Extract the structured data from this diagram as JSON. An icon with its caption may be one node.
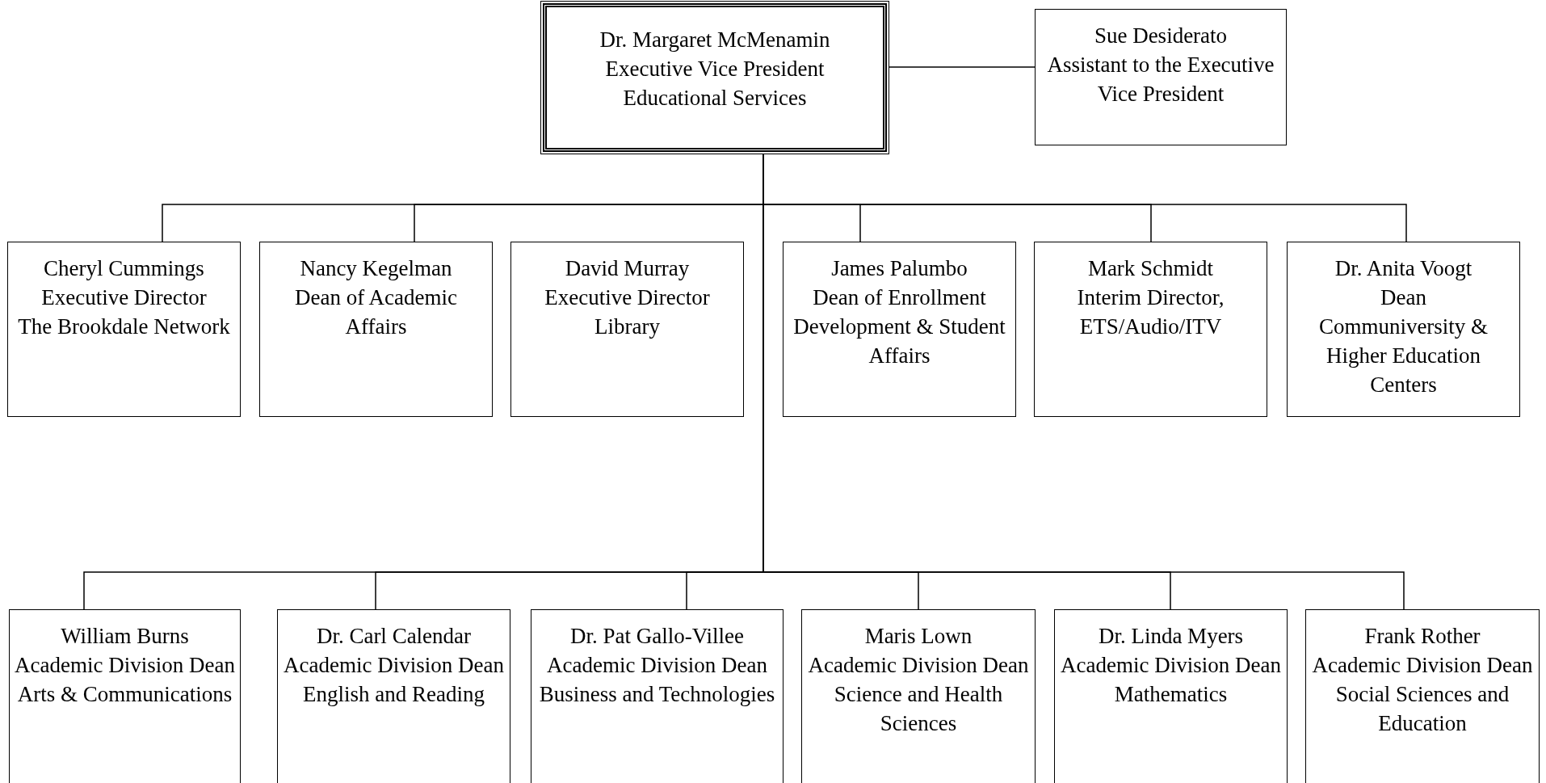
{
  "diagram": {
    "nodes": [
      {
        "text": [
          "Dr. Margaret McMenamin",
          "Executive Vice President",
          "Educational Services"
        ]
      },
      {
        "text": [
          "Sue Desiderato",
          "Assistant to the Executive Vice President"
        ]
      },
      {
        "text": [
          "Cheryl Cummings",
          "Executive Director",
          "The Brookdale Network"
        ]
      },
      {
        "text": [
          "Nancy Kegelman",
          "Dean of Academic Affairs"
        ]
      },
      {
        "text": [
          "David Murray",
          "Executive Director",
          "Library"
        ]
      },
      {
        "text": [
          "James Palumbo",
          "Dean of Enrollment Development & Student Affairs"
        ]
      },
      {
        "text": [
          "Mark Schmidt",
          "Interim Director, ETS/Audio/ITV"
        ]
      },
      {
        "text": [
          "Dr. Anita Voogt",
          "Dean",
          "Communiversity & Higher Education Centers"
        ]
      },
      {
        "text": [
          "William Burns",
          "Academic Division Dean",
          "Arts & Communications"
        ]
      },
      {
        "text": [
          "Dr. Carl Calendar",
          "Academic Division Dean",
          "English and Reading"
        ]
      },
      {
        "text": [
          "Dr. Pat Gallo-Villee",
          "Academic Division Dean",
          "Business and Technologies"
        ]
      },
      {
        "text": [
          "Maris Lown",
          "Academic Division Dean",
          "Science and Health Sciences"
        ]
      },
      {
        "text": [
          "Dr. Linda Myers",
          "Academic Division Dean",
          "Mathematics"
        ]
      },
      {
        "text": [
          "Frank Rother",
          "Academic Division Dean",
          "Social Sciences and Education"
        ]
      }
    ],
    "edges": [
      {
        "from": 0,
        "to": 1,
        "arrow": "none"
      },
      {
        "from": 0,
        "to": 2,
        "arrow": "none"
      },
      {
        "from": 0,
        "to": 3,
        "arrow": "none"
      },
      {
        "from": 0,
        "to": 4,
        "arrow": "none"
      },
      {
        "from": 0,
        "to": 5,
        "arrow": "none"
      },
      {
        "from": 0,
        "to": 6,
        "arrow": "none"
      },
      {
        "from": 0,
        "to": 7,
        "arrow": "none"
      },
      {
        "from": 0,
        "to": 8,
        "arrow": "none"
      },
      {
        "from": 0,
        "to": 9,
        "arrow": "none"
      },
      {
        "from": 0,
        "to": 10,
        "arrow": "none"
      },
      {
        "from": 0,
        "to": 11,
        "arrow": "none"
      },
      {
        "from": 0,
        "to": 12,
        "arrow": "none"
      },
      {
        "from": 0,
        "to": 13,
        "arrow": "none"
      }
    ]
  }
}
